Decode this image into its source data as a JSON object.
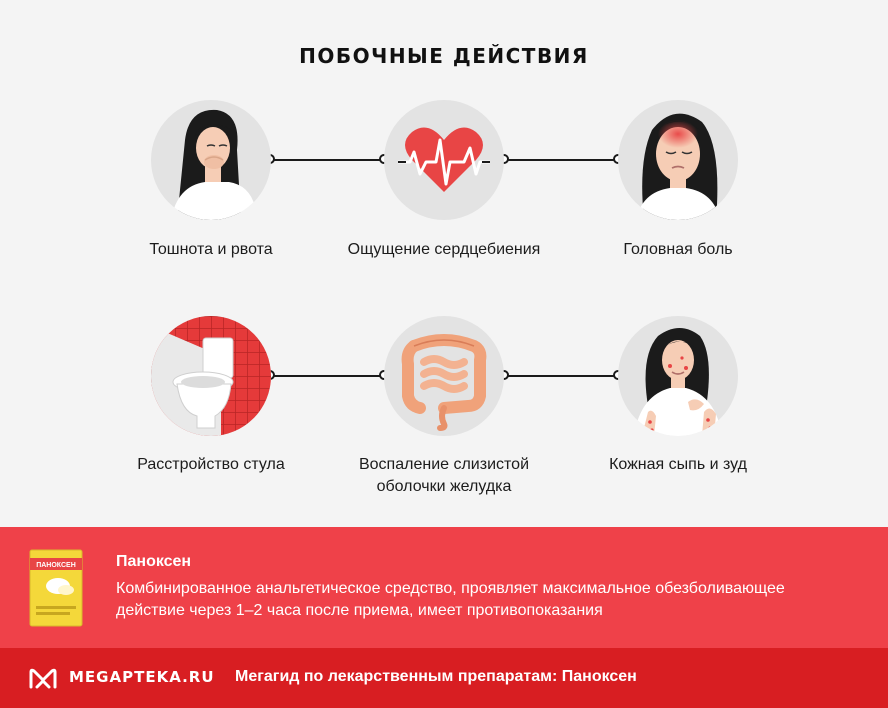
{
  "title": "ПОБОЧНЫЕ ДЕЙСТВИЯ",
  "effects": [
    {
      "label": "Тошнота и рвота",
      "icon": "nausea-woman-icon"
    },
    {
      "label": "Ощущение сердцебиения",
      "icon": "heart-pulse-icon"
    },
    {
      "label": "Головная боль",
      "icon": "headache-woman-icon"
    },
    {
      "label": "Расстройство стула",
      "icon": "toilet-icon"
    },
    {
      "label": "Воспаление слизистой оболочки желудка",
      "icon": "intestines-icon"
    },
    {
      "label": "Кожная сыпь и зуд",
      "icon": "skin-rash-woman-icon"
    }
  ],
  "product": {
    "name": "Паноксен",
    "description": "Комбинированное анальгетическое средство, проявляет максимальное обезболивающее действие через 1–2 часа после приема, имеет противопоказания",
    "pack_label": "ПАНОКСЕН"
  },
  "footer": {
    "brand": "MEGAPTEKA.RU",
    "guide": "Мегагид по лекарственным препаратам: Паноксен"
  },
  "colors": {
    "background": "#f4f4f4",
    "promo": "#ef4149",
    "footer": "#d81e22",
    "accent": "#e84545"
  }
}
